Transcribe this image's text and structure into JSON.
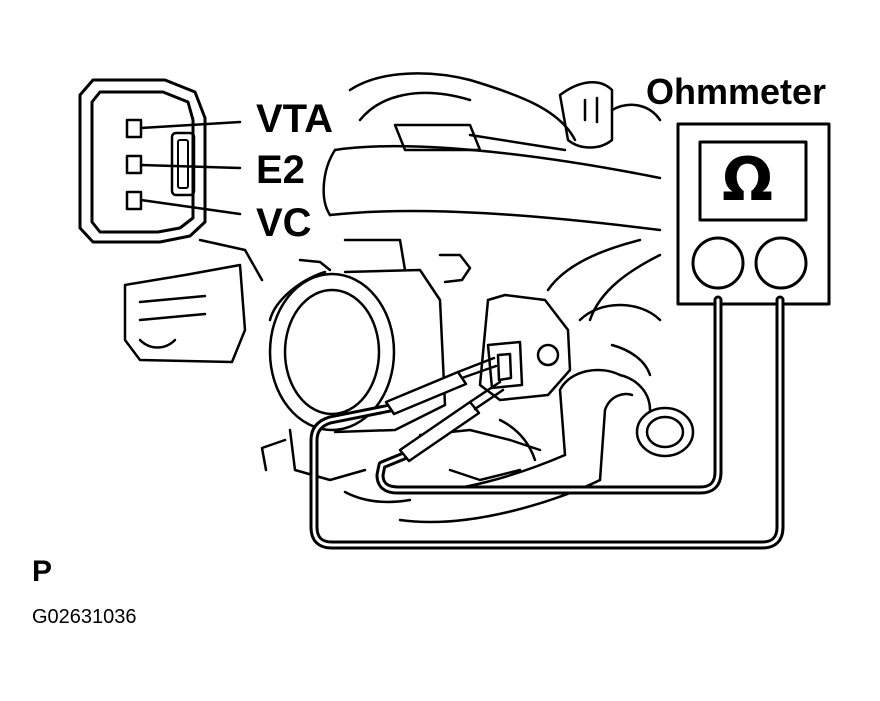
{
  "labels": {
    "vta": "VTA",
    "e2": "E2",
    "vc": "VC",
    "meter": "Ohmmeter",
    "meter_symbol": "Ω",
    "view_letter": "P",
    "figure_code": "G02631036"
  },
  "icons": {
    "connector": "connector-icon",
    "meter": "ohmmeter-icon",
    "probe": "probe-icon"
  },
  "colors": {
    "ink": "#000000",
    "paper": "#ffffff"
  }
}
